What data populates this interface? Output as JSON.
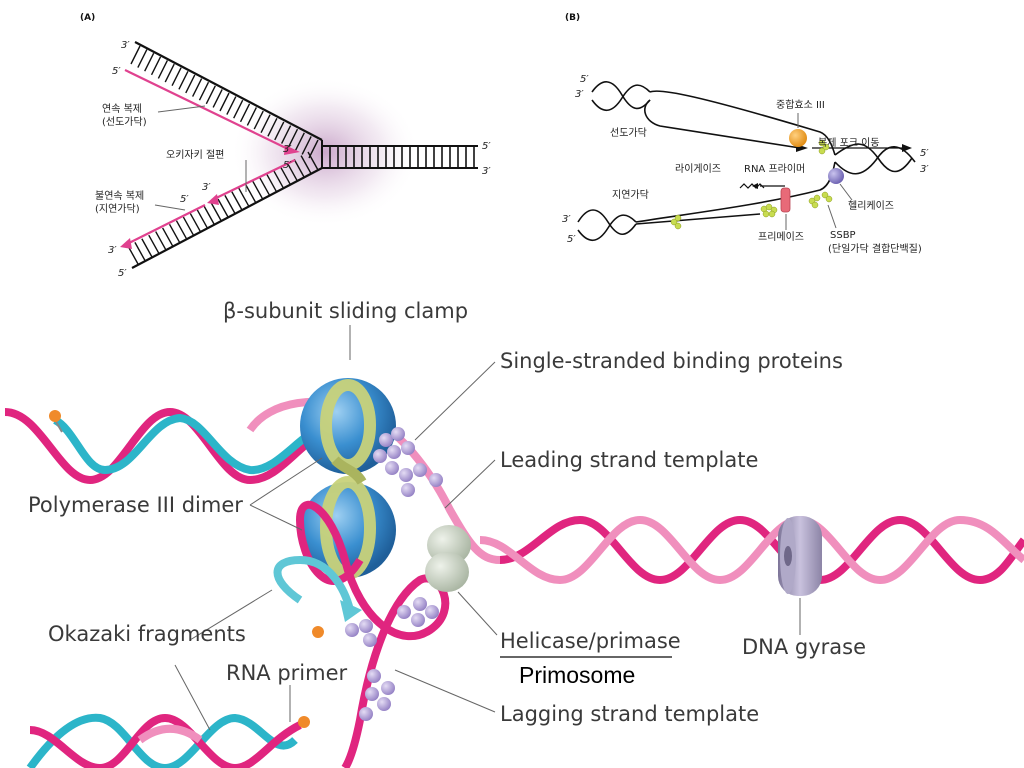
{
  "panel_a": {
    "label": "(A)",
    "top_3": "3′",
    "top_5": "5′",
    "right_5": "5′",
    "right_3": "3′",
    "leading_line1": "연속 복제",
    "leading_line2": "(선도가닥)",
    "okazaki": "오키자키 절편",
    "frag_3": "3′",
    "frag_5a": "5′",
    "frag_3b": "3′",
    "frag_5b": "5′",
    "lagging_line1": "불연속 복제",
    "lagging_line2": "(지연가닥)",
    "bottom_3": "3′",
    "bottom_5": "5′",
    "colors": {
      "template": "#111111",
      "new_strand": "#e0428f",
      "glow": "#c9a3c9"
    }
  },
  "panel_b": {
    "label": "(B)",
    "top_5": "5′",
    "top_3": "3′",
    "polymerase": "중합효소 III",
    "leading": "선도가닥",
    "fork_direction": "복제 포크 이동",
    "right_5": "5′",
    "right_3": "3′",
    "ligase": "라이게이즈",
    "rna_primer": "RNA 프라이머",
    "lagging": "지연가닥",
    "helicase": "헬리케이즈",
    "bottom_3": "3′",
    "bottom_5": "5′",
    "primase": "프리메이즈",
    "ssbp": "SSBP",
    "ssbp_desc": "(단일가닥 결합단백질)",
    "colors": {
      "polymerase": "#f0a020",
      "helicase": "#8a7fc8",
      "ssbp": "#c8dc50",
      "primase": "#e86a78"
    }
  },
  "panel_c": {
    "clamp": "β-subunit sliding clamp",
    "ssb": "Single-stranded binding proteins",
    "leading_template": "Leading strand template",
    "polymerase_dimer": "Polymerase III dimer",
    "okazaki": "Okazaki fragments",
    "rna_primer": "RNA primer",
    "helicase_primase": "Helicase/primase",
    "primosome": "Primosome",
    "gyrase": "DNA gyrase",
    "lagging_template": "Lagging strand template",
    "colors": {
      "strand_magenta": "#e0257f",
      "strand_pink": "#f08fbd",
      "strand_cyan": "#2cb5c9",
      "polymerase_blue": "#2f86c8",
      "clamp_green": "#c8d27a",
      "ssb_purple": "#a593cf",
      "helicase_gray": "#c9d2c2",
      "gyrase_gray": "#9f97b8",
      "primer_orange": "#f08a2a"
    }
  }
}
